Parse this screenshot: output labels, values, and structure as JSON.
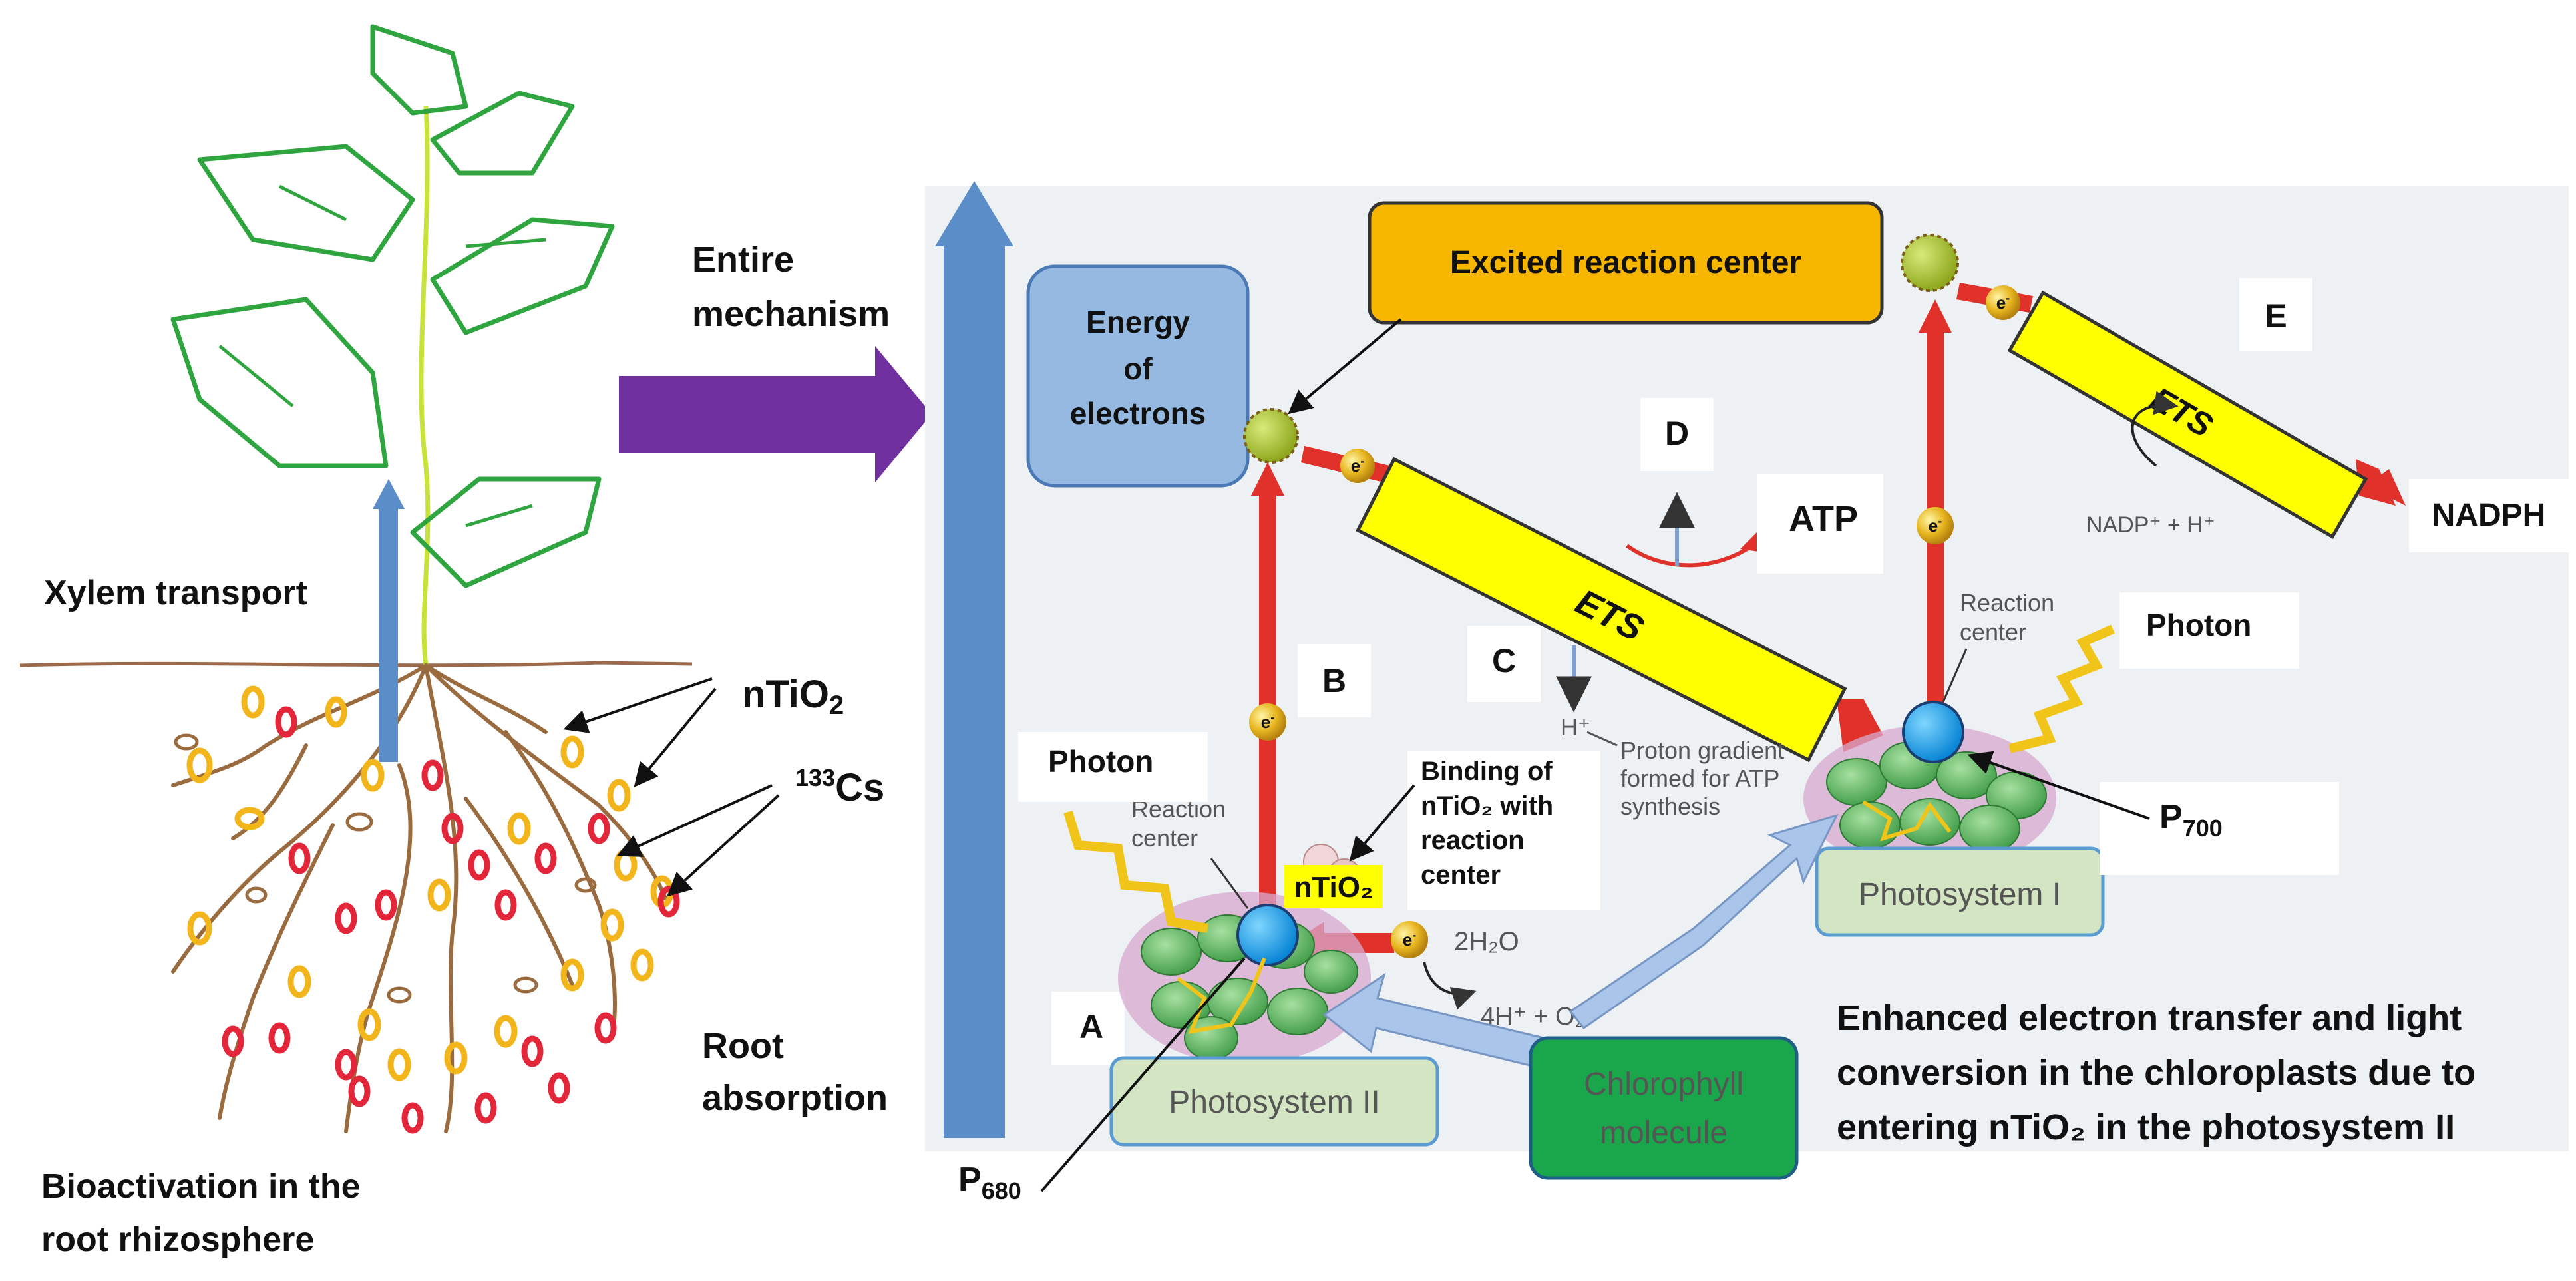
{
  "left": {
    "xylem": "Xylem transport",
    "ntio2_label": "nTiO",
    "ntio2_sub": "2",
    "cs_label_sup": "133",
    "cs_label": "Cs",
    "root_absorption_1": "Root",
    "root_absorption_2": "absorption",
    "bioactivation_1": "Bioactivation in the",
    "bioactivation_2": "root rhizosphere",
    "entire_1": "Entire",
    "entire_2": "mechanism"
  },
  "right": {
    "energy_1": "Energy",
    "energy_2": "of",
    "energy_3": "electrons",
    "excited": "Excited reaction center",
    "ets": "ETS",
    "electron": "e",
    "electron_sup": "-",
    "letters": {
      "a": "A",
      "b": "B",
      "c": "C",
      "d": "D",
      "e": "E"
    },
    "atp": "ATP",
    "nadph": "NADPH",
    "nadp": "NADP⁺ + H⁺",
    "photon": "Photon",
    "reaction_center_1": "Reaction",
    "reaction_center_2": "center",
    "binding_1": "Binding of",
    "binding_2": "nTiO₂ with",
    "binding_3": "reaction",
    "binding_4": "center",
    "ntio2_tag": "nTiO₂",
    "h2o": "2H₂O",
    "o2": "4H⁺ + O₂",
    "hplus": "H⁺",
    "proton_1": "Proton gradient",
    "proton_2": "formed for ATP",
    "proton_3": "synthesis",
    "ps1": "Photosystem I",
    "ps2": "Photosystem II",
    "chlorophyll_1": "Chlorophyll",
    "chlorophyll_2": "molecule",
    "p680": "P",
    "p680_sub": "680",
    "p700": "P",
    "p700_sub": "700",
    "enhanced_1": "Enhanced electron transfer and light",
    "enhanced_2": "conversion in the chloroplasts due to",
    "enhanced_3": "entering nTiO₂ in the photosystem II"
  }
}
